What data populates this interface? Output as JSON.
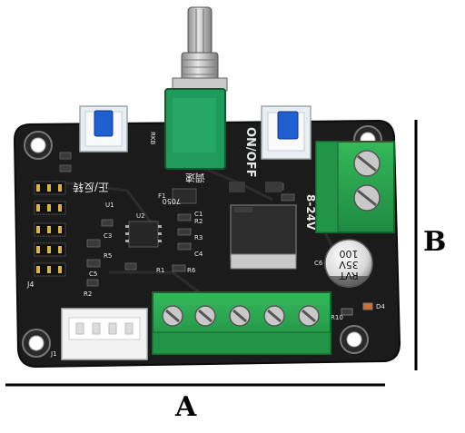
{
  "photo": {
    "subject": "stepper motor driver board",
    "colors": {
      "pcb": "#1a1a1a",
      "silkscreen": "#e8e8e8",
      "terminal_green": "#2fa84f",
      "pot_green": "#1f9a5a",
      "button_blue": "#1f5fd0",
      "button_body": "#e9eef2",
      "connector_white": "#f2f2f2",
      "metal": "#b8b8b8"
    }
  },
  "labels": {
    "onoff": "ON/OFF",
    "speed_cn": "调速",
    "direction_cn": "正/反转",
    "rkb": "RKB",
    "ic_small": "7050",
    "power_range": "8-24V",
    "cap_value": "100",
    "cap_voltage": "35V",
    "cap_brand": "RVT",
    "cap_ref": "C6",
    "led_ref": "D4",
    "res_ref": "R10",
    "connector_ref": "J1",
    "jumper_ref": "J4",
    "r1": "R1",
    "r2": "R2",
    "r3": "R3",
    "r5": "R5",
    "r6": "R6",
    "c1": "C1",
    "c3": "C3",
    "c4": "C4",
    "c5": "C5",
    "u1": "U1",
    "u2": "U2",
    "f1": "F1"
  },
  "dimensions": {
    "width_label": "A",
    "height_label": "B"
  }
}
